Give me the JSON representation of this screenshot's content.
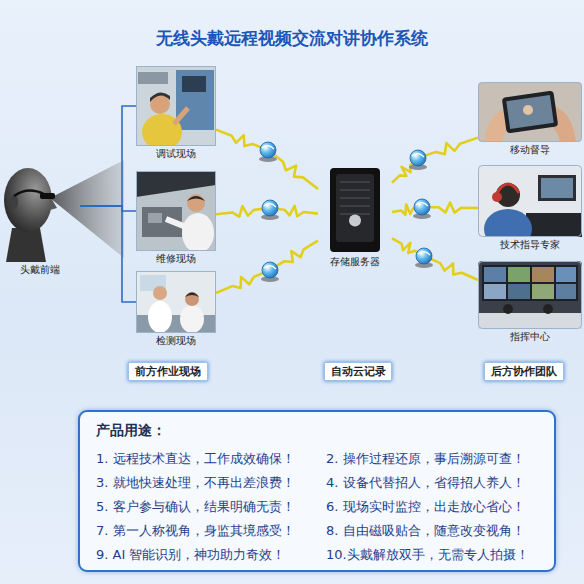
{
  "diagram": {
    "title": "无线头戴远程视频交流对讲协作系统",
    "nodes": [
      {
        "text": [
          "头戴前端"
        ]
      },
      {
        "text": [
          "调试现场"
        ]
      },
      {
        "text": [
          "维修现场"
        ]
      },
      {
        "text": [
          "检测现场"
        ]
      },
      {
        "text": [
          "存储服务器"
        ]
      },
      {
        "text": [
          "移动督导"
        ]
      },
      {
        "text": [
          "技术指导专家"
        ]
      },
      {
        "text": [
          "指挥中心"
        ]
      },
      {
        "text": [
          "前方作业现场"
        ]
      },
      {
        "text": [
          "自动云记录"
        ]
      },
      {
        "text": [
          "后方协作团队"
        ]
      },
      {
        "text": [
          "产品用途：",
          "1. 远程技术直达，工作成效确保！",
          "2. 操作过程还原，事后溯源可查！",
          "3. 就地快速处理，不再出差浪费！",
          "4. 设备代替招人，省得招人养人！",
          "5. 客户参与确认，结果明确无责！",
          "6. 现场实时监控，出走放心省心！",
          "7. 第一人称视角，身监其境感受！",
          "8. 自由磁吸贴合，随意改变视角！",
          "9. AI 智能识别，神功助力奇效！",
          "10.头戴解放双手，无需专人拍摄！"
        ]
      }
    ],
    "edges": [
      {
        "from": 0,
        "to": 1,
        "arrow": "none"
      },
      {
        "from": 0,
        "to": 2,
        "arrow": "none"
      },
      {
        "from": 0,
        "to": 3,
        "arrow": "none"
      },
      {
        "from": 1,
        "to": 4,
        "arrow": "none"
      },
      {
        "from": 2,
        "to": 4,
        "arrow": "none"
      },
      {
        "from": 3,
        "to": 4,
        "arrow": "none"
      },
      {
        "from": 4,
        "to": 5,
        "arrow": "none"
      },
      {
        "from": 4,
        "to": 6,
        "arrow": "none"
      },
      {
        "from": 4,
        "to": 7,
        "arrow": "none"
      }
    ]
  }
}
